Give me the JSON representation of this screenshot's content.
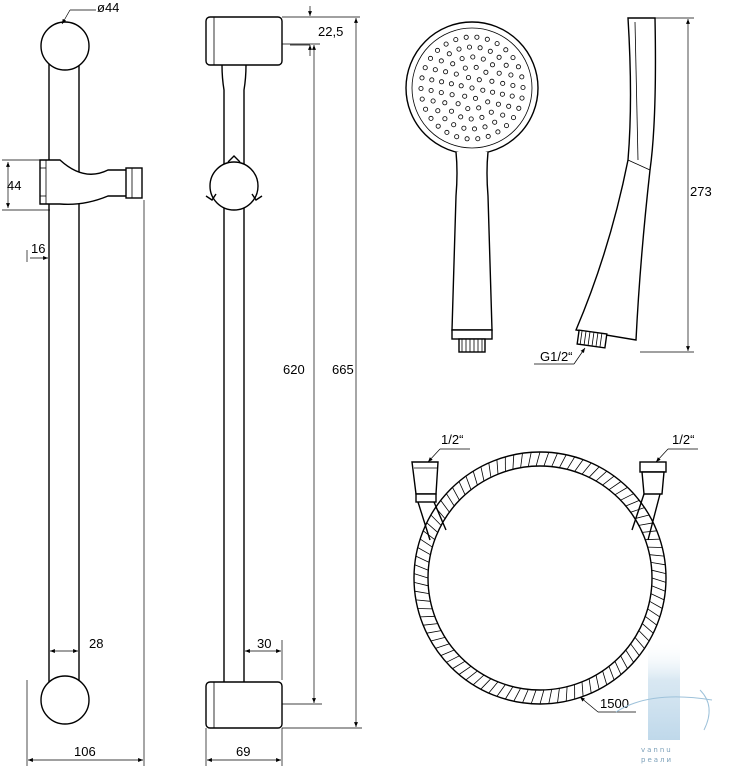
{
  "labels": {
    "diameter": "ø44",
    "slider_height": "44",
    "rod_offset": "16",
    "rod_width_bottom": "28",
    "width_front": "106",
    "top_offset": "22,5",
    "length_inner": "620",
    "length_total": "665",
    "bracket_depth": "30",
    "width_side": "69",
    "head_length": "273",
    "thread": "G1/2“",
    "hose_end_left": "1/2“",
    "hose_end_right": "1/2“",
    "hose_length": "1500"
  },
  "watermark": {
    "line1": "vannu",
    "line2": "реали"
  },
  "colors": {
    "line": "#000000",
    "watermark": "#7a9fb8"
  }
}
